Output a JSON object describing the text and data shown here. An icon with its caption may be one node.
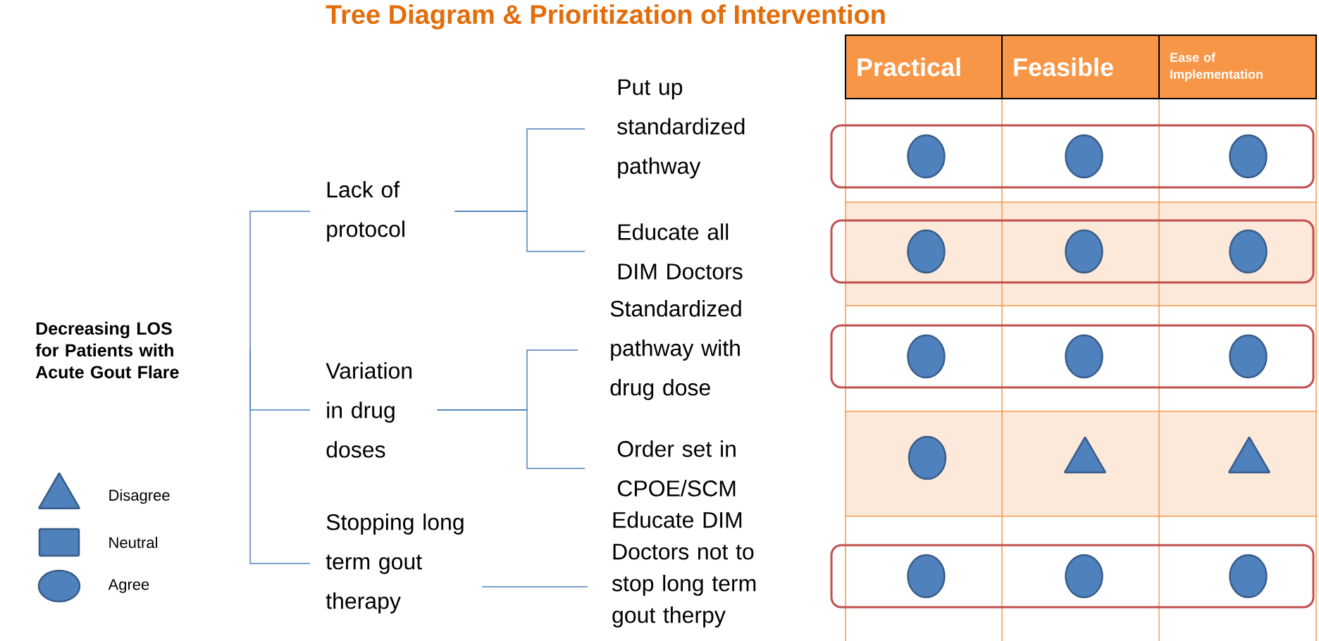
{
  "diagram": {
    "title": "Tree Diagram & Prioritization of Intervention",
    "nodes": [
      {
        "text": [
          "Decreasing LOS for Patients with Acute Gout Flare"
        ]
      },
      {
        "text": [
          "Lack of protocol"
        ]
      },
      {
        "text": [
          "Variation in drug doses"
        ]
      },
      {
        "text": [
          "Stopping long term gout therapy"
        ]
      },
      {
        "text": [
          "Put up standardized pathway"
        ]
      },
      {
        "text": [
          "Educate all DIM Doctors"
        ]
      },
      {
        "text": [
          "Standardized pathway with drug dose"
        ]
      },
      {
        "text": [
          "Order set in CPOE/SCM"
        ]
      },
      {
        "text": [
          "Educate DIM Doctors not to stop long term gout therpy"
        ]
      },
      {
        "text": [
          "Practical"
        ]
      },
      {
        "text": [
          "Feasible"
        ]
      },
      {
        "text": [
          "Ease of Implementation"
        ]
      },
      {
        "text": [],
        "shape": "box"
      },
      {
        "text": [],
        "shape": "box"
      },
      {
        "text": [],
        "shape": "box"
      },
      {
        "text": [],
        "shape": "box"
      },
      {
        "text": [],
        "shape": "circle",
        "in": 12
      },
      {
        "text": [],
        "shape": "circle",
        "in": 12
      },
      {
        "text": [],
        "shape": "circle",
        "in": 12
      },
      {
        "text": [],
        "shape": "circle",
        "in": 13
      },
      {
        "text": [],
        "shape": "circle",
        "in": 13
      },
      {
        "text": [],
        "shape": "circle",
        "in": 13
      },
      {
        "text": [],
        "shape": "circle",
        "in": 14
      },
      {
        "text": [],
        "shape": "circle",
        "in": 14
      },
      {
        "text": [],
        "shape": "circle",
        "in": 14
      },
      {
        "text": [],
        "shape": "circle"
      },
      {
        "text": [],
        "shape": "triangle"
      },
      {
        "text": [],
        "shape": "triangle"
      },
      {
        "text": [],
        "shape": "circle",
        "in": 15
      },
      {
        "text": [],
        "shape": "circle",
        "in": 15
      },
      {
        "text": [],
        "shape": "circle",
        "in": 15
      }
    ],
    "edges": [
      {
        "from": 0,
        "to": 1,
        "arrow": "none"
      },
      {
        "from": 0,
        "to": 2,
        "arrow": "none"
      },
      {
        "from": 0,
        "to": 3,
        "arrow": "none"
      },
      {
        "from": 1,
        "to": 4,
        "arrow": "none"
      },
      {
        "from": 1,
        "to": 5,
        "arrow": "none"
      },
      {
        "from": 2,
        "to": 6,
        "arrow": "none"
      },
      {
        "from": 2,
        "to": 7,
        "arrow": "none"
      },
      {
        "from": 3,
        "to": 8,
        "arrow": "none"
      }
    ],
    "legend": [
      {
        "text": "Disagree"
      },
      {
        "text": "Neutral"
      },
      {
        "text": "Agree"
      }
    ]
  }
}
